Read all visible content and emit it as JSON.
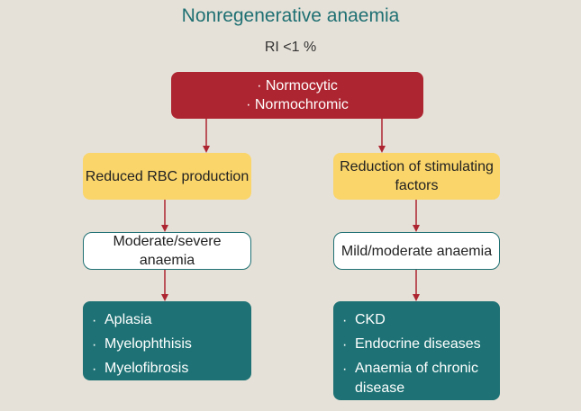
{
  "title": "Nonregenerative anaemia",
  "subtitle": "RI <1 %",
  "top_box": {
    "lines": [
      "Normocytic",
      "Normochromic"
    ]
  },
  "left": {
    "cause": "Reduced RBC production",
    "severity": "Moderate/severe anaemia",
    "items": [
      "Aplasia",
      "Myelophthisis",
      "Myelofibrosis"
    ]
  },
  "right": {
    "cause": "Reduction of stimulating factors",
    "severity": "Mild/moderate anaemia",
    "items": [
      "CKD",
      "Endocrine diseases",
      "Anaemia of chronic disease"
    ]
  },
  "colors": {
    "red": "#ad2530",
    "yellow": "#fad56a",
    "teal": "#1e7275",
    "arrow": "#ad2530",
    "background": "#e6e1d8"
  }
}
